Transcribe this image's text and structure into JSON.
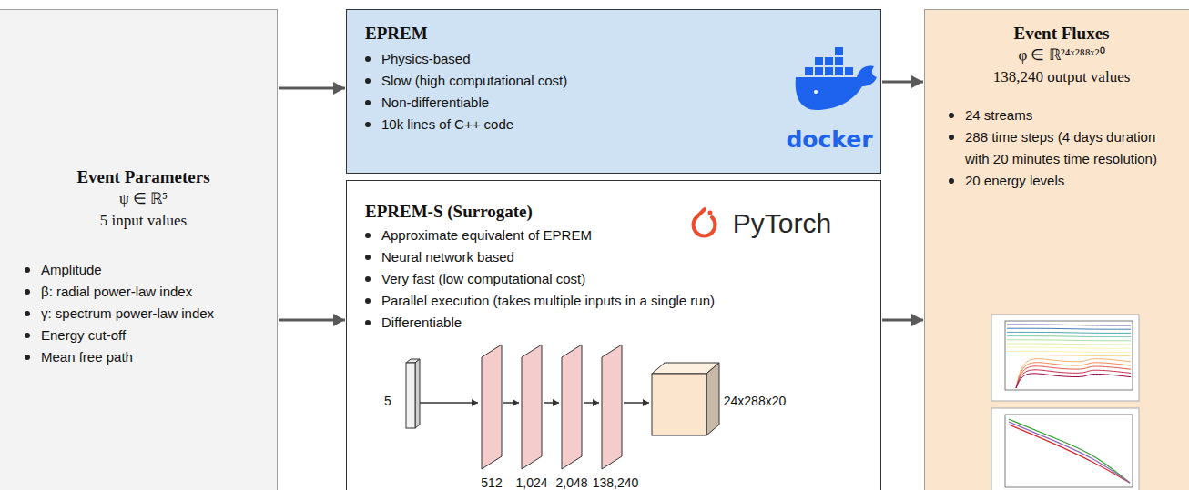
{
  "diagram": {
    "nodes": [
      {
        "text": [
          "Event Parameters",
          "ψ ∈ ℝ⁵",
          "5 input values",
          "Amplitude",
          "β: radial power-law index",
          "γ: spectrum power-law index",
          "Energy cut-off",
          "Mean free path"
        ]
      },
      {
        "text": [
          "EPREM",
          "Physics-based",
          "Slow (high computational cost)",
          "Non-differentiable",
          "10k lines of C++ code"
        ]
      },
      {
        "text": [
          "EPREM-S (Surrogate)",
          "Approximate equivalent of EPREM",
          "Neural network based",
          "Very fast (low computational cost)",
          "Parallel execution (takes multiple inputs in a single run)",
          "Differentiable"
        ]
      },
      {
        "text": [
          "Event Fluxes",
          "φ ∈ ℝ²⁴ˣ²⁸⁸ˣ²⁰",
          "138,240 output values",
          "24 streams",
          "288 time steps (4 days duration with 20 minutes time resolution)",
          "20 energy levels"
        ]
      }
    ],
    "edges": [
      {
        "from": 0,
        "to": 1,
        "arrow": "to"
      },
      {
        "from": 0,
        "to": 2,
        "arrow": "to"
      },
      {
        "from": 1,
        "to": 3,
        "arrow": "to"
      },
      {
        "from": 2,
        "to": 3,
        "arrow": "to"
      }
    ],
    "labels": [
      "docker",
      "PyTorch",
      "5",
      "512",
      "1,024",
      "2,048",
      "138,240",
      "24x288x20"
    ]
  }
}
